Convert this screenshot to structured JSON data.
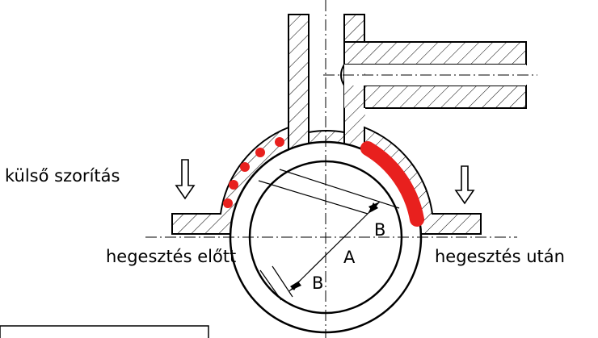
{
  "labels": {
    "outer_clamping": "külső szorítás",
    "before_welding": "hegesztés előtt",
    "after_welding": "hegesztés után",
    "dimension_a": "A",
    "dimension_b_top": "B",
    "dimension_b_bottom": "B"
  },
  "colors": {
    "line": "#000000",
    "weld": "#e8201e",
    "background": "#ffffff"
  },
  "icons": {
    "clamp_arrow": "hollow-down-arrow-icon",
    "weld_bead": "weld-bead-icon",
    "weld_dot": "weld-dot-icon"
  }
}
